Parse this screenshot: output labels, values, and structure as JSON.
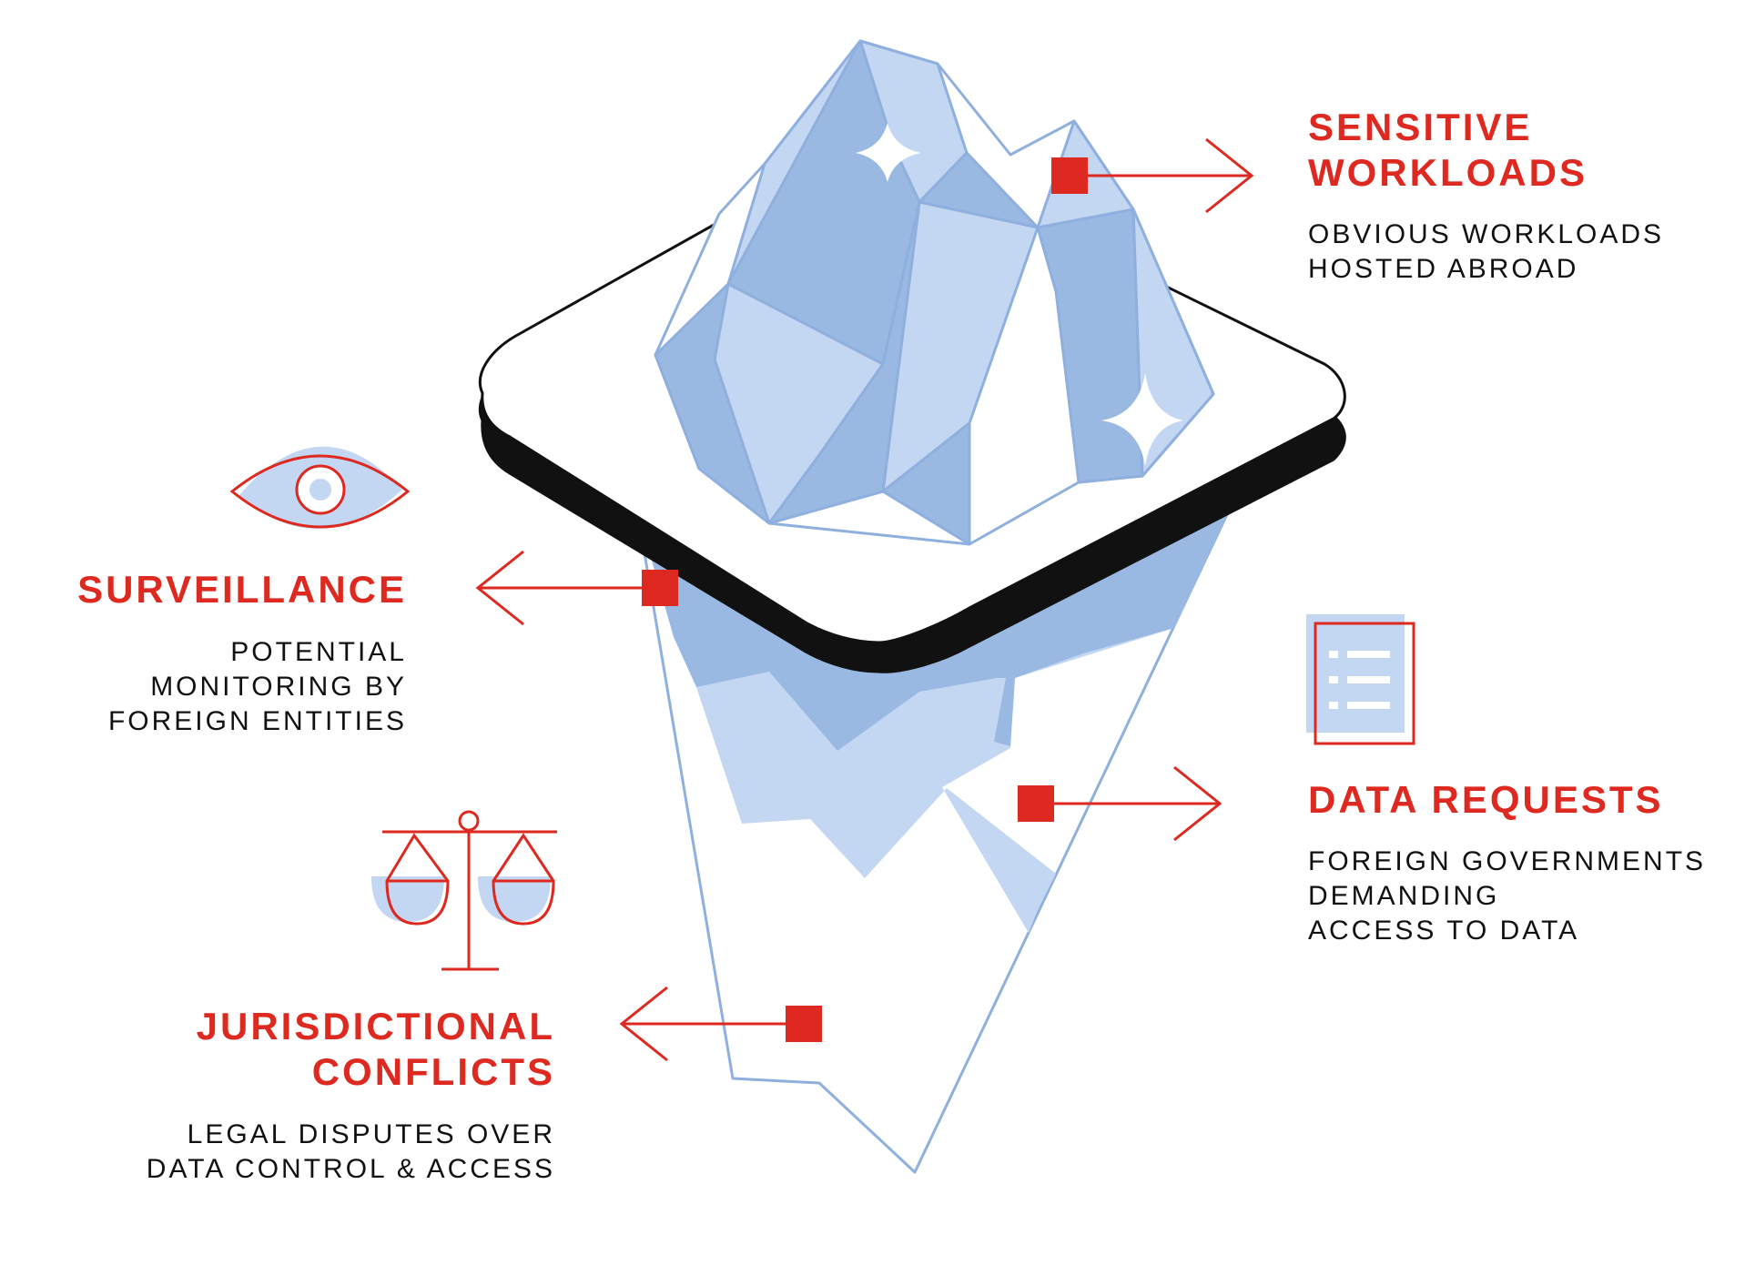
{
  "colors": {
    "accent": "#dd291f",
    "ice_light": "#c3d6f2",
    "ice_mid": "#9ab9e2",
    "ice_outline": "#8fb0de",
    "text": "#111111"
  },
  "callouts": {
    "sensitive": {
      "heading": [
        "SENSITIVE",
        "WORKLOADS"
      ],
      "description": [
        "OBVIOUS WORKLOADS",
        "HOSTED ABROAD"
      ],
      "icon": "arrow-right-icon"
    },
    "surveillance": {
      "heading": [
        "SURVEILLANCE"
      ],
      "description": [
        "POTENTIAL",
        "MONITORING BY",
        "FOREIGN ENTITIES"
      ],
      "icon": "eye-icon"
    },
    "data_requests": {
      "heading": [
        "DATA REQUESTS"
      ],
      "description": [
        "FOREIGN GOVERNMENTS",
        "DEMANDING",
        "ACCESS TO DATA"
      ],
      "icon": "document-list-icon"
    },
    "jurisdictional": {
      "heading": [
        "JURISDICTIONAL",
        "CONFLICTS"
      ],
      "description": [
        "LEGAL DISPUTES OVER",
        "DATA CONTROL & ACCESS"
      ],
      "icon": "scales-icon"
    }
  }
}
